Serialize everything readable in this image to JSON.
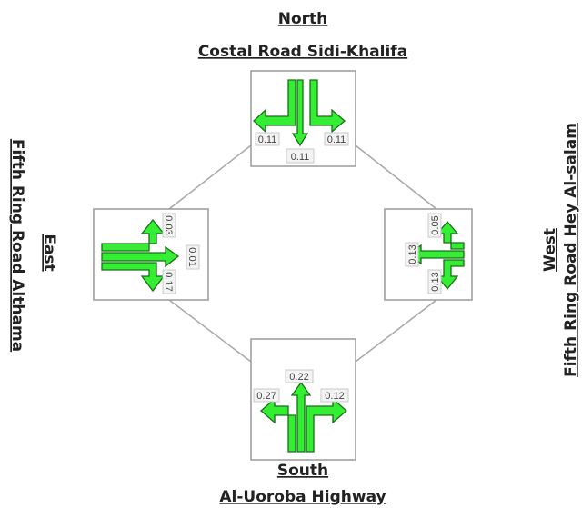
{
  "colors": {
    "arrow_fill": "#33ee33",
    "arrow_stroke": "#1a6e1a",
    "box_border": "#9a9a9a"
  },
  "north": {
    "direction": "North",
    "road": "Costal Road Sidi-Khalifa",
    "left_ratio": "0.11",
    "through_ratio": "0.11",
    "right_ratio": "0.11"
  },
  "south": {
    "direction": "South",
    "road": "Al-Uoroba Highway",
    "left_ratio": "0.27",
    "through_ratio": "0.22",
    "right_ratio": "0.12"
  },
  "east": {
    "direction": "East",
    "road": "Fifth Ring Road Althama",
    "up_ratio": "0.03",
    "through_ratio": "0.01",
    "down_ratio": "0.17"
  },
  "west": {
    "direction": "West",
    "road": "Fifth Ring Road Hey Al-salam",
    "up_ratio": "0.05",
    "through_ratio": "0.13",
    "down_ratio": "0.13"
  }
}
